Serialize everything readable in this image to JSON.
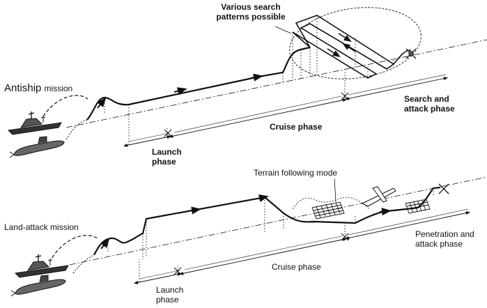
{
  "antiship": {
    "mission_title": "Antiship",
    "mission_suffix": "mission",
    "search_note_line1": "Various search",
    "search_note_line2": "patterns possible",
    "search_attack_line1": "Search and",
    "search_attack_line2": "attack phase",
    "cruise_phase": "Cruise phase",
    "launch_line1": "Launch",
    "launch_line2": "phase"
  },
  "land_attack": {
    "mission_title": "Land-attack mission",
    "terrain_note": "Terrain following mode",
    "penetration_line1": "Penetration and",
    "penetration_line2": "attack phase",
    "cruise_phase": "Cruise  phase",
    "launch_line1": "Launch",
    "launch_line2": "phase"
  }
}
